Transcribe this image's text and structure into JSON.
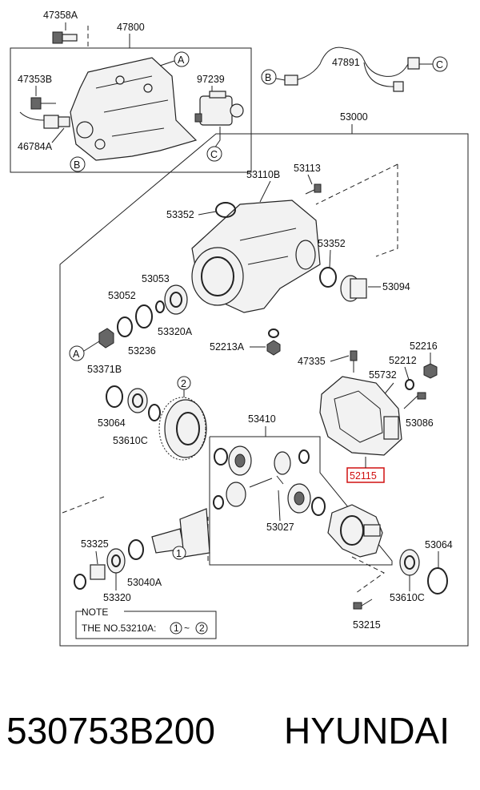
{
  "labels": {
    "p47358A": "47358A",
    "p47800": "47800",
    "p47353B": "47353B",
    "p97239": "97239",
    "p46784A": "46784A",
    "p47891": "47891",
    "p53000": "53000",
    "p53110B": "53110B",
    "p53113": "53113",
    "p53352a": "53352",
    "p53352b": "53352",
    "p53094": "53094",
    "p53053": "53053",
    "p53052": "53052",
    "p53320A": "53320A",
    "p53236": "53236",
    "p53371B": "53371B",
    "p52213A": "52213A",
    "p47335": "47335",
    "p52216": "52216",
    "p52212": "52212",
    "p55732": "55732",
    "p53086": "53086",
    "p53064a": "53064",
    "p53610Ca": "53610C",
    "p53410": "53410",
    "p52115": "52115",
    "p53027": "53027",
    "p53325": "53325",
    "p53040A": "53040A",
    "p53320": "53320",
    "p53064b": "53064",
    "p53610Cb": "53610C",
    "p53215": "53215"
  },
  "markers": {
    "A": "A",
    "B": "B",
    "C": "C",
    "one": "1",
    "two": "2"
  },
  "note": {
    "title": "NOTE",
    "text": "THE NO.53210A: ",
    "range_start": "1",
    "range_sep": "~",
    "range_end": "2"
  },
  "footer": {
    "part_number": "530753B200",
    "brand": "HYUNDAI"
  },
  "colors": {
    "highlight": "#d01010"
  }
}
